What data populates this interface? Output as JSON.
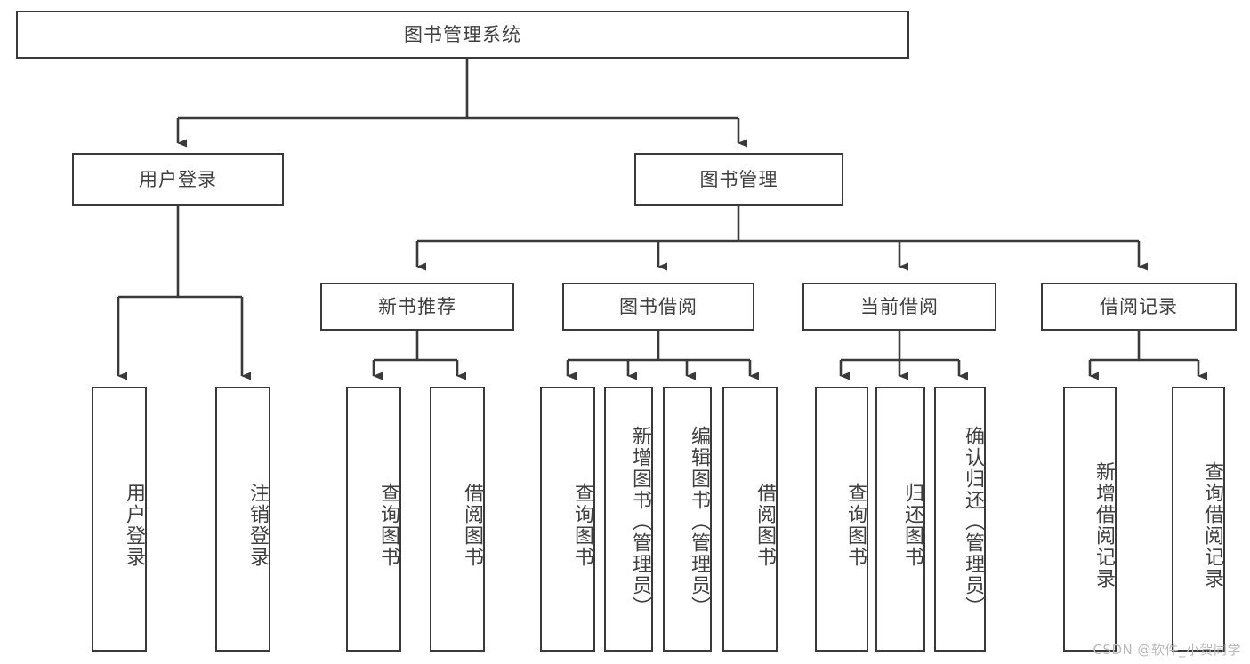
{
  "diagram": {
    "title": "图书管理系统",
    "type": "tree-hierarchy-diagram",
    "root": {
      "label": "图书管理系统"
    },
    "level1": [
      {
        "label": "用户登录"
      },
      {
        "label": "图书管理"
      }
    ],
    "level2": [
      {
        "label": "新书推荐"
      },
      {
        "label": "图书借阅"
      },
      {
        "label": "当前借阅"
      },
      {
        "label": "借阅记录"
      }
    ],
    "leaves": {
      "user_login": [
        {
          "label": "用户登录"
        },
        {
          "label": "注销登录"
        }
      ],
      "new_book_recommend": [
        {
          "label": "查询图书"
        },
        {
          "label": "借阅图书"
        }
      ],
      "book_borrow": [
        {
          "label": "查询图书"
        },
        {
          "label": "新增图书（管理员）"
        },
        {
          "label": "编辑图书（管理员）"
        },
        {
          "label": "借阅图书"
        }
      ],
      "current_borrow": [
        {
          "label": "查询图书"
        },
        {
          "label": "归还图书"
        },
        {
          "label": "确认归还（管理员）"
        }
      ],
      "borrow_record": [
        {
          "label": "新增借阅记录"
        },
        {
          "label": "查询借阅记录"
        }
      ]
    }
  },
  "watermark": {
    "text": "CSDN @软件_小贺同学"
  },
  "colors": {
    "stroke": "#3a3a3a",
    "text": "#3f3f3f",
    "background": "#ffffff",
    "watermark": "#b9b9b9"
  }
}
